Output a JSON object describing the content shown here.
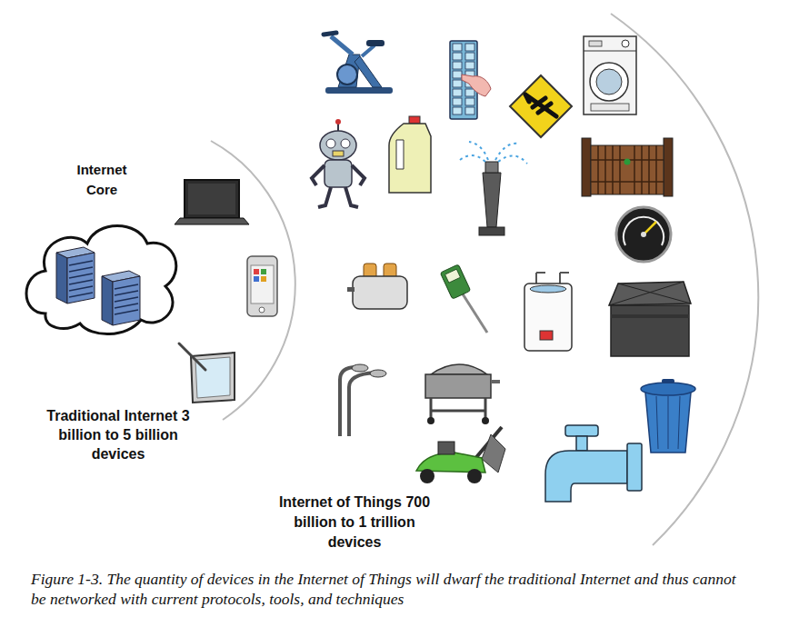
{
  "diagram": {
    "caption": "Figure 1-3. The quantity of devices in the Internet of Things will dwarf the traditional Internet and thus cannot be networked with current protocols, tools, and techniques",
    "labels": [
      "Internet Core",
      "Traditional Internet 3 billion to 5 billion devices",
      "Internet of Things 700 billion to 1 trillion devices"
    ]
  }
}
